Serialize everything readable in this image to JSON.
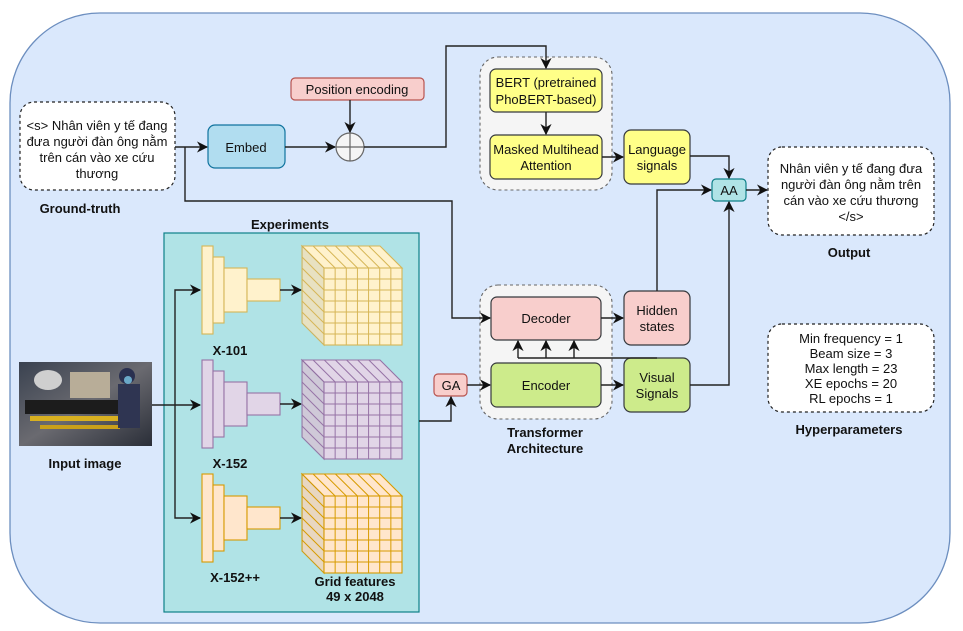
{
  "diagram": {
    "ground_truth": {
      "lines": [
        "<s> Nhân viên y tế đang",
        "đưa người đàn ông nằm",
        "trên cán vào xe cứu",
        "thương"
      ],
      "caption": "Ground-truth"
    },
    "embed": {
      "label": "Embed"
    },
    "position_encoding": {
      "label": "Position encoding"
    },
    "plus_node": {
      "icon": "plus-circle-icon"
    },
    "bert": {
      "lines": [
        "BERT (pretrained",
        "PhoBERT-based)"
      ]
    },
    "masked_attention": {
      "lines": [
        "Masked Multihead",
        "Attention"
      ]
    },
    "language_signals": {
      "lines": [
        "Language",
        "signals"
      ]
    },
    "aa": {
      "label": "AA"
    },
    "output": {
      "lines": [
        "Nhân viên y tế đang đưa",
        "người đàn ông nằm trên",
        "cán vào xe cứu thương",
        "</s>"
      ],
      "caption": "Output"
    },
    "experiments": {
      "title": "Experiments",
      "backbones": [
        {
          "label": "X-101",
          "fill": "#fff2cc",
          "stroke": "#d6b656"
        },
        {
          "label": "X-152",
          "fill": "#e1d5e7",
          "stroke": "#9673a6"
        },
        {
          "label": "X-152++",
          "fill": "#ffe6cc",
          "stroke": "#d79b00"
        }
      ],
      "grid_caption": [
        "Grid features",
        "49 x 2048"
      ]
    },
    "input_image": {
      "caption": "Input image"
    },
    "ga": {
      "label": "GA"
    },
    "decoder": {
      "label": "Decoder"
    },
    "encoder": {
      "label": "Encoder"
    },
    "hidden_states": {
      "lines": [
        "Hidden",
        "states"
      ]
    },
    "visual_signals": {
      "lines": [
        "Visual",
        "Signals"
      ]
    },
    "transformer": {
      "caption": [
        "Transformer",
        "Architecture"
      ]
    },
    "hyperparameters": {
      "lines": [
        "Min frequency = 1",
        "Beam size = 3",
        "Max length = 23",
        "XE epochs = 20",
        "RL epochs = 1"
      ],
      "caption": "Hyperparameters"
    },
    "colors": {
      "frame_fill": "#dae8fc",
      "frame_stroke": "#6c8ebf",
      "embed_fill": "#b1ddf0",
      "embed_stroke": "#10739e",
      "pink_fill": "#f8cecc",
      "pink_stroke": "#b85450",
      "yellow_fill": "#ffff88",
      "yellow_stroke": "#36393d",
      "green_fill": "#cdeb8b",
      "green_stroke": "#36393d",
      "teal_fill": "#b0e3e6",
      "teal_stroke": "#0e8088",
      "group_fill": "#f5f5f5",
      "group_stroke": "#666666"
    }
  }
}
